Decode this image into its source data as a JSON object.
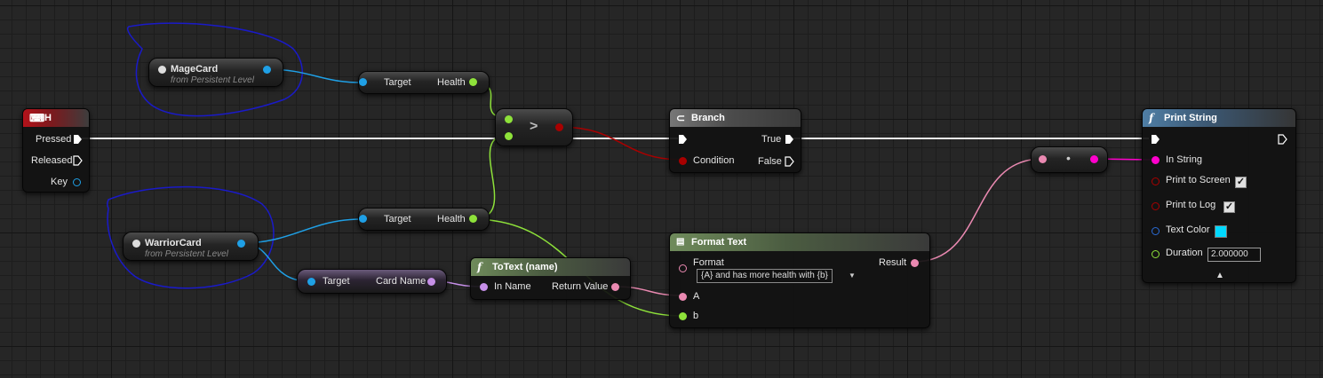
{
  "colors": {
    "object": "#1fa0e6",
    "float": "#8ee23a",
    "bool": "#a80000",
    "text": "#ea89b1",
    "string": "#ff00cc",
    "name": "#c68fe8",
    "exec": "#ffffff",
    "annotation": "#1a1ac8",
    "text_color_swatch": "#00d9ff"
  },
  "event_node": {
    "title": "H",
    "icon": "keyboard-event-icon",
    "pressed": "Pressed",
    "released": "Released",
    "key": "Key"
  },
  "mage_ref": {
    "name": "MageCard",
    "subtitle": "from Persistent Level"
  },
  "warrior_ref": {
    "name": "WarriorCard",
    "subtitle": "from Persistent Level"
  },
  "get_health_top": {
    "target": "Target",
    "health": "Health"
  },
  "get_health_bottom": {
    "target": "Target",
    "health": "Health"
  },
  "get_card_name": {
    "target": "Target",
    "card_name": "Card Name"
  },
  "compare_node": {
    "symbol": ">"
  },
  "branch_node": {
    "title": "Branch",
    "condition": "Condition",
    "true_label": "True",
    "false_label": "False"
  },
  "totext_node": {
    "title": "ToText (name)",
    "in": "In Name",
    "out": "Return Value"
  },
  "format_node": {
    "title": "Format Text",
    "format_label": "Format",
    "format_value": "{A} and has more health with {b}",
    "result": "Result",
    "a": "A",
    "b": "b"
  },
  "conv_node": {
    "dot": "•"
  },
  "print_node": {
    "title": "Print String",
    "in_string": "In String",
    "print_to_screen": "Print to Screen",
    "print_to_log": "Print to Log",
    "text_color": "Text Color",
    "duration": "Duration",
    "duration_value": "2.000000",
    "print_to_screen_checked": true,
    "print_to_log_checked": true
  }
}
